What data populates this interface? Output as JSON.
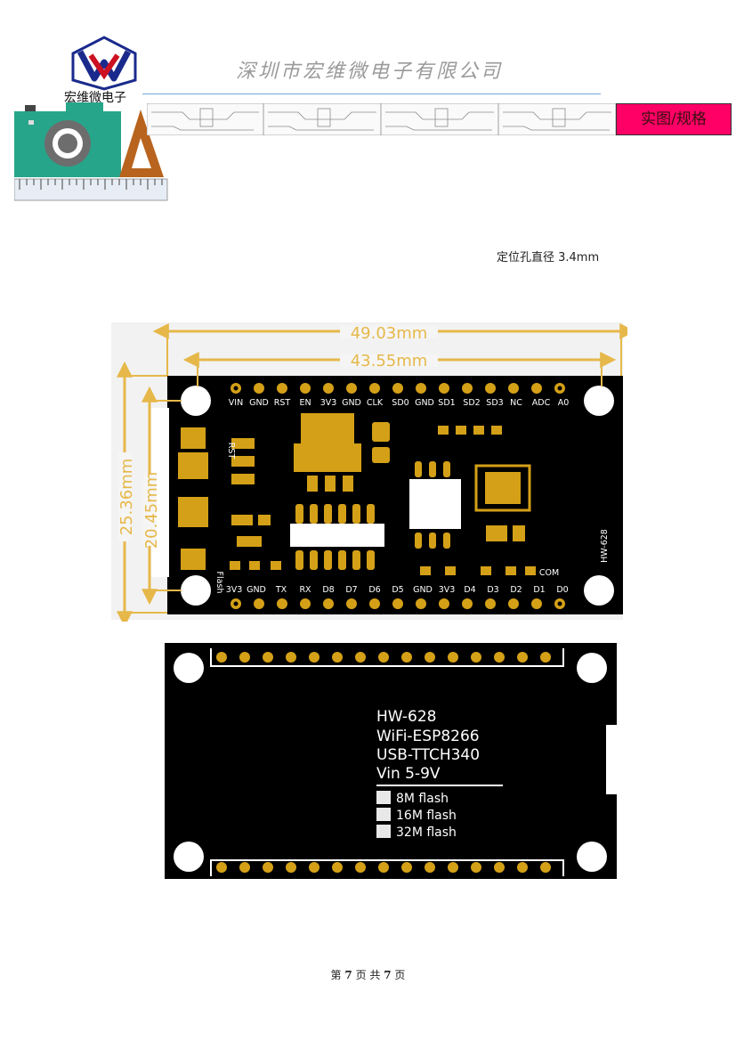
{
  "header": {
    "logo_text": "宏维微电子",
    "company_name": "深圳市宏维微电子有限公司",
    "section_tag": "实图/规格"
  },
  "note": "定位孔直径 3.4mm",
  "dimensions": {
    "total_length": "49.03mm",
    "hole_spacing_length": "43.55mm",
    "total_width": "25.36mm",
    "hole_spacing_width": "20.45mm"
  },
  "front_board": {
    "top_pins": [
      "VIN",
      "GND",
      "RST",
      "EN",
      "3V3",
      "GND",
      "CLK",
      "SD0",
      "GND",
      "SD1",
      "SD2",
      "SD3",
      "NC",
      "ADC",
      "A0"
    ],
    "bottom_pins": [
      "RX",
      "D8",
      "D7",
      "D6",
      "D5",
      "GND",
      "3V3",
      "D4",
      "D3",
      "D2",
      "D1",
      "D0"
    ],
    "bottom_left_labels": [
      "3V3",
      "GND",
      "TX"
    ],
    "button_labels": {
      "rst": "RST",
      "flash": "Flash"
    },
    "model": "HW-628",
    "com_label": "COM"
  },
  "back_board": {
    "lines": [
      "HW-628",
      "WiFi-ESP8266",
      "USB-TTCH340",
      "Vin 5-9V"
    ],
    "flash_options": [
      "8M flash",
      "16M flash",
      "32M flash"
    ]
  },
  "footer": {
    "prefix": "第",
    "page": "7",
    "mid": "页 共",
    "total": "7",
    "suffix": "页"
  },
  "colors": {
    "accent": "#ff0066",
    "board": "#000000",
    "gold": "#d4a017",
    "dimension": "#e6b84a",
    "logo_blue": "#1a2a8c",
    "logo_red": "#cc1122",
    "camera": "#27a58a"
  }
}
